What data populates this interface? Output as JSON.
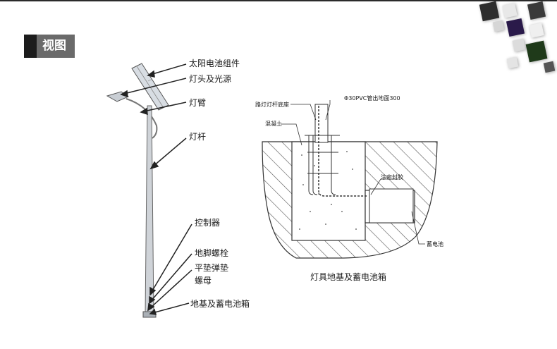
{
  "header": {
    "title": "视图"
  },
  "pole_labels": [
    "太阳电池组件",
    "灯头及光源",
    "灯臂",
    "灯杆",
    "控制器",
    "地脚螺栓",
    "平垫弹垫",
    "螺母",
    "地基及蓄电池箱"
  ],
  "foundation": {
    "caption": "灯具地基及蓄电池箱",
    "labels": [
      "路灯灯杆底座",
      "Φ30PVC管出地面300",
      "混凝土",
      "涂密封胶",
      "蓄电池"
    ]
  }
}
